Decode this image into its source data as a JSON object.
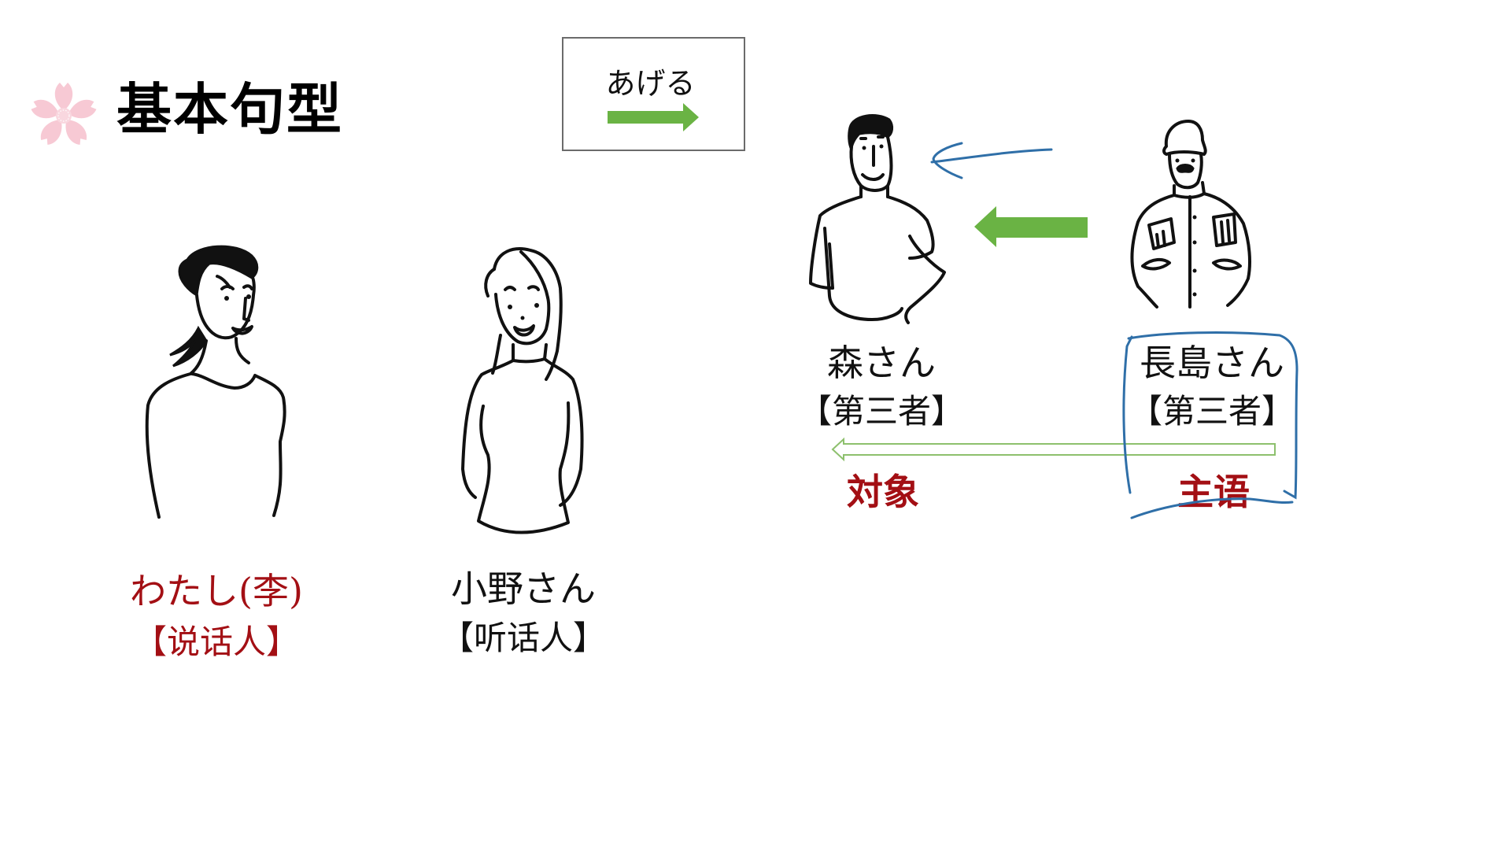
{
  "slide": {
    "title": "基本句型",
    "title_icon": "sakura-flower-icon",
    "colors": {
      "background": "#ffffff",
      "title": "#000000",
      "accent_red": "#a30f14",
      "arrow_green": "#6ab344",
      "pen_blue": "#2f6fa8",
      "sakura_pink": "#f7c9d4"
    }
  },
  "verb_box": {
    "label": "あげる",
    "arrow_direction": "right",
    "arrow_icon": "green-right-arrow-icon"
  },
  "people": [
    {
      "id": "watashi",
      "name": "わたし(李)",
      "role": "【说话人】",
      "highlight": true,
      "figure": "woman-with-ponytail"
    },
    {
      "id": "ono",
      "name": "小野さん",
      "role": "【听话人】",
      "highlight": false,
      "figure": "woman-in-turtleneck"
    },
    {
      "id": "mori",
      "name": "森さん",
      "role": "【第三者】",
      "highlight": false,
      "figure": "man-in-tshirt"
    },
    {
      "id": "nagashima",
      "name": "長島さん",
      "role": "【第三者】",
      "highlight": false,
      "figure": "man-in-jacket-and-hat"
    }
  ],
  "relation": {
    "giver_to_receiver_arrow": "green-left-arrow-icon",
    "hand_drawn_arrow": "blue-handdrawn-left-arrow",
    "direction_line": "hollow-green-left-arrow",
    "object_label": "対象",
    "subject_label": "主语",
    "subject_bracket": "blue-handdrawn-bracket"
  }
}
